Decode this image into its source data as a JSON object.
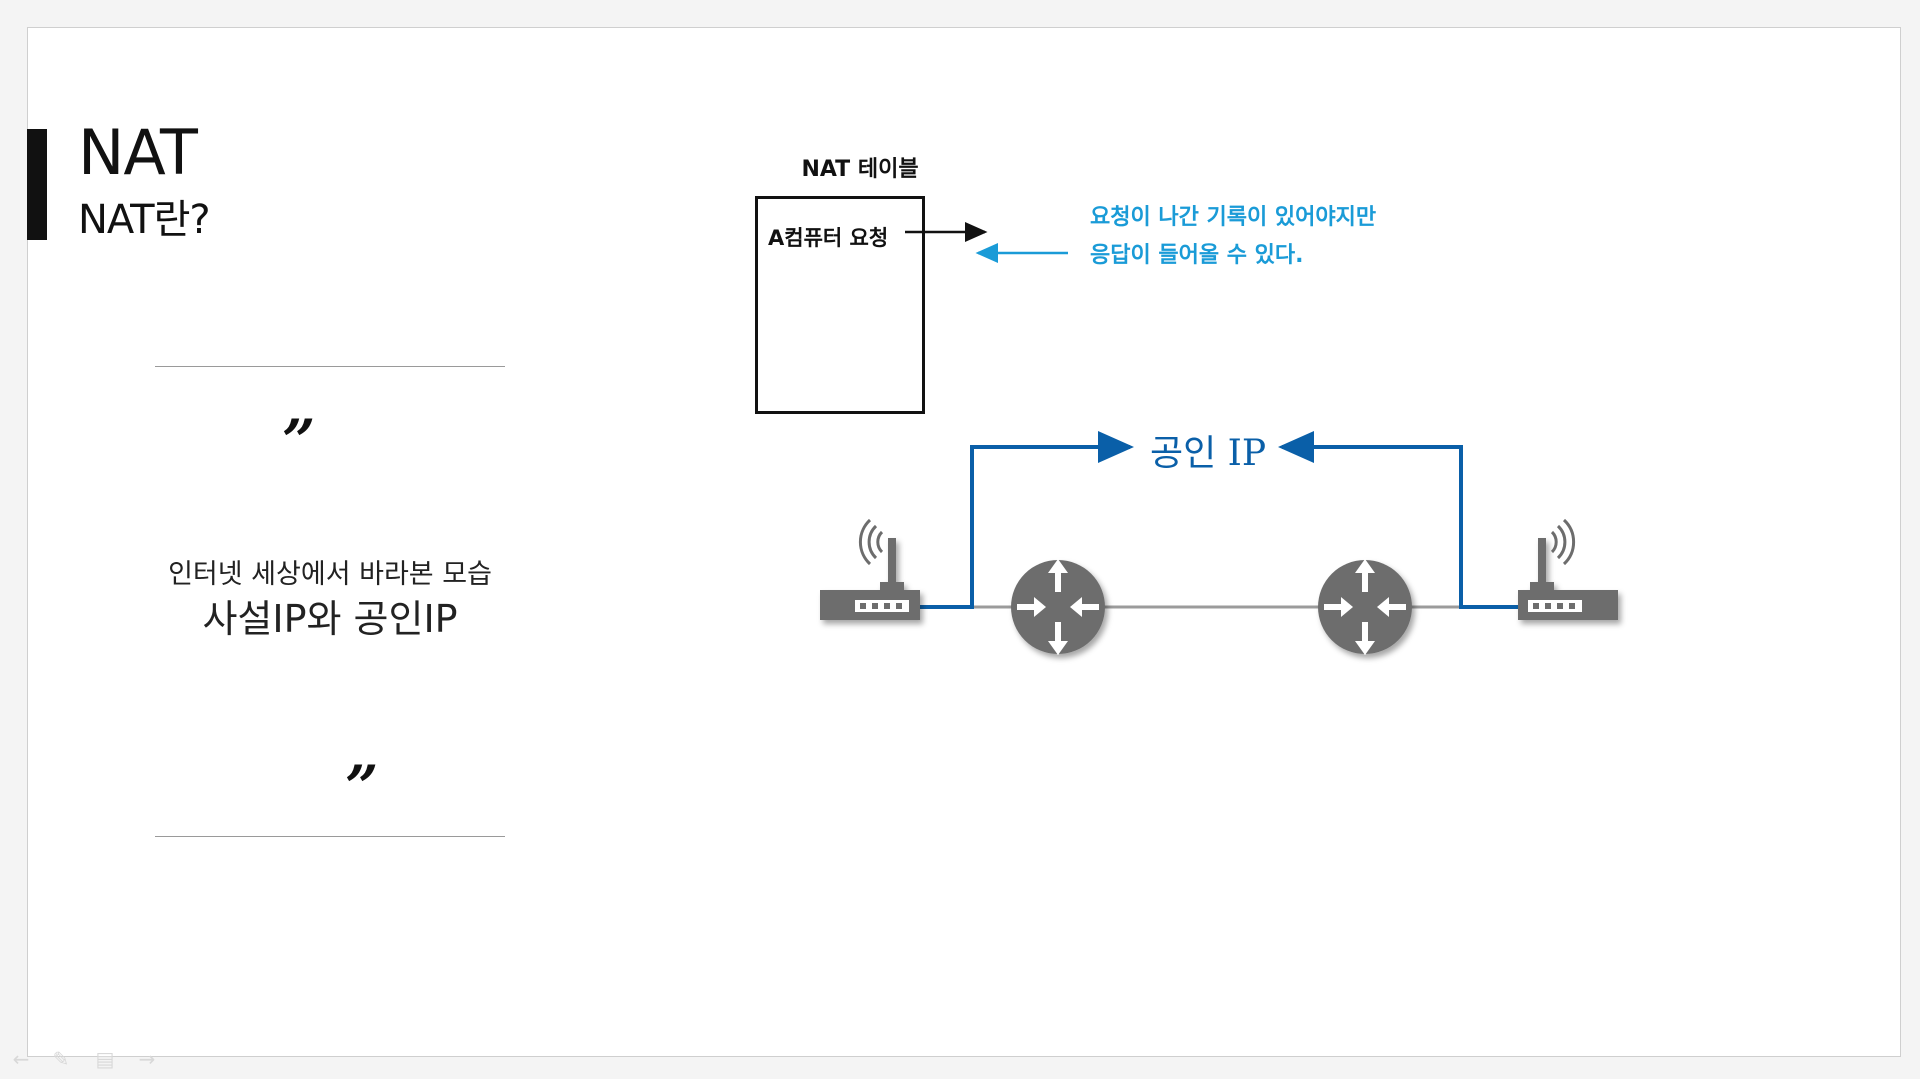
{
  "slide": {
    "title": "NAT",
    "subtitle": "NAT란?"
  },
  "quote": {
    "open_mark": "”",
    "close_mark": "”",
    "line1": "인터넷 세상에서 바라본 모습",
    "line2": "사설IP와 공인IP"
  },
  "nat_table": {
    "label": "NAT 테이블",
    "entry": "A컴퓨터 요청"
  },
  "note": {
    "line1": "요청이 나간 기록이 있어야지만",
    "line2": "응답이 들어올 수 있다.",
    "color": "#1a9bd7"
  },
  "network": {
    "public_ip_label": "공인 IP",
    "link_color": "#0a5fa8",
    "device_color": "#6d6d6d",
    "router_icons": [
      "router-icon",
      "router-icon"
    ],
    "ap_icons": [
      "wireless-router-icon",
      "wireless-router-icon"
    ]
  },
  "nav": {
    "icons": [
      "back-icon",
      "pen-icon",
      "slides-icon",
      "forward-icon"
    ]
  }
}
